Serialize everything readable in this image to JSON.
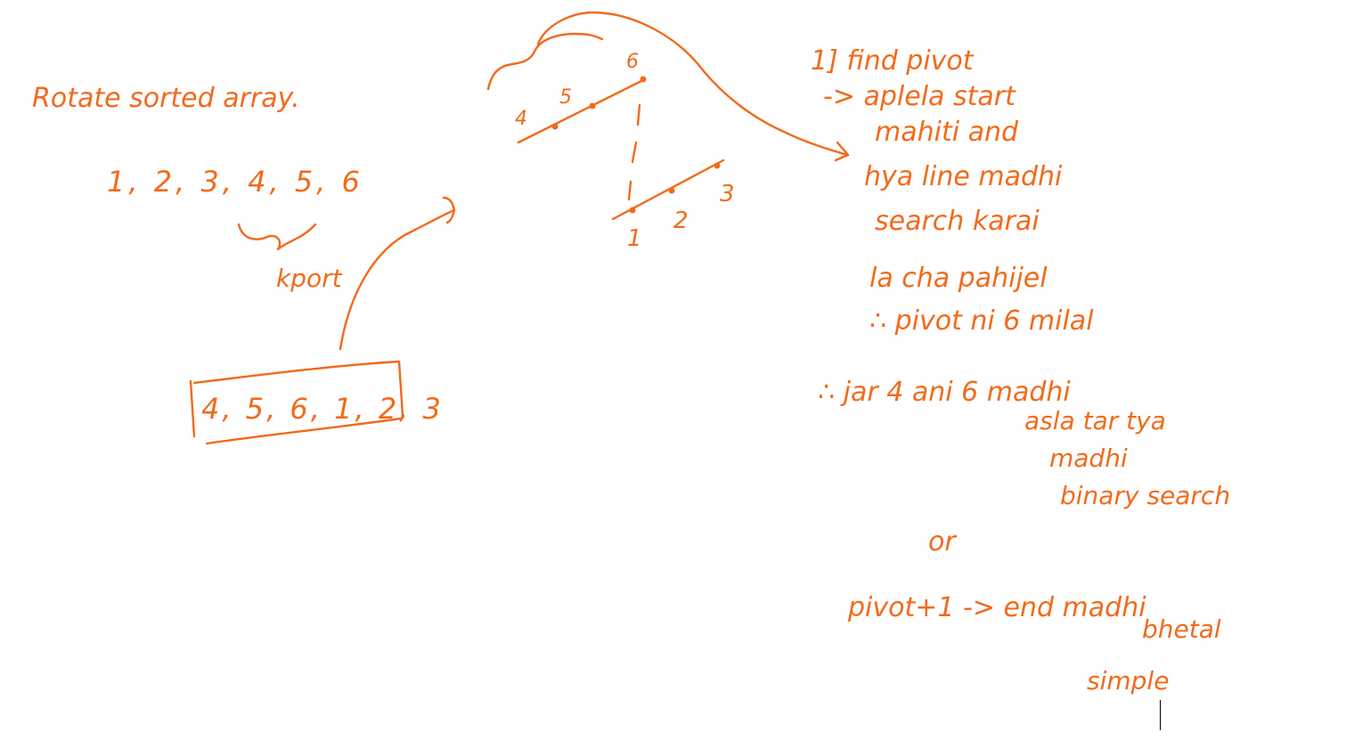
{
  "colors": {
    "ink": "#f26a1b",
    "background": "#ffffff"
  },
  "left": {
    "title": "Rotate sorted array.",
    "sorted": "1, 2, 3, 4, 5, 6",
    "kpart": "kport",
    "rotated": "4, 5, 6, 1, 2, 3"
  },
  "graph": {
    "labels": [
      "4",
      "5",
      "6",
      "1",
      "2",
      "3"
    ]
  },
  "notes": {
    "lines": [
      "1] find pivot",
      "-> aplela start",
      "mahiti and",
      "hya line madhi",
      "search karai",
      "la cha pahijel",
      "∴ pivot ni 6 milal",
      "∴ jar 4 ani 6 madhi",
      "asla tar tya",
      "madhi",
      "binary search",
      "or",
      "pivot+1 -> end madhi",
      "bhetal",
      "simple"
    ]
  }
}
